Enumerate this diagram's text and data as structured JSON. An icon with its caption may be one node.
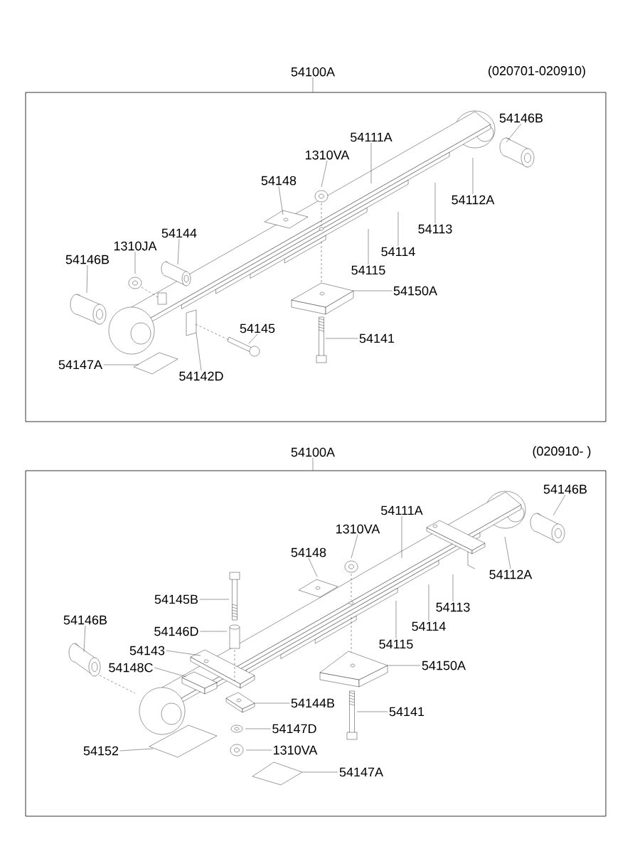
{
  "diagram": {
    "nodes": [
      {
        "text": [
          "(020701-020910)"
        ]
      },
      {
        "text": [
          "54100A"
        ]
      },
      {
        "text": [
          "54146B"
        ],
        "in": 0
      },
      {
        "text": [
          "54111A"
        ],
        "in": 0
      },
      {
        "text": [
          "1310VA"
        ],
        "in": 0
      },
      {
        "text": [
          "54148"
        ],
        "in": 0
      },
      {
        "text": [
          "54112A"
        ],
        "in": 0
      },
      {
        "text": [
          "54113"
        ],
        "in": 0
      },
      {
        "text": [
          "54144"
        ],
        "in": 0
      },
      {
        "text": [
          "1310JA"
        ],
        "in": 0
      },
      {
        "text": [
          "54114"
        ],
        "in": 0
      },
      {
        "text": [
          "54146B"
        ],
        "in": 0
      },
      {
        "text": [
          "54115"
        ],
        "in": 0
      },
      {
        "text": [
          "54150A"
        ],
        "in": 0
      },
      {
        "text": [
          "54145"
        ],
        "in": 0
      },
      {
        "text": [
          "54141"
        ],
        "in": 0
      },
      {
        "text": [
          "54147A"
        ],
        "in": 0
      },
      {
        "text": [
          "54142D"
        ],
        "in": 0
      },
      {
        "text": [
          "(020910- )"
        ]
      },
      {
        "text": [
          "54100A"
        ]
      },
      {
        "text": [
          "54146B"
        ],
        "in": 18
      },
      {
        "text": [
          "54111A"
        ],
        "in": 18
      },
      {
        "text": [
          "1310VA"
        ],
        "in": 18
      },
      {
        "text": [
          "54148"
        ],
        "in": 18
      },
      {
        "text": [
          "54112A"
        ],
        "in": 18
      },
      {
        "text": [
          "54145B"
        ],
        "in": 18
      },
      {
        "text": [
          "54113"
        ],
        "in": 18
      },
      {
        "text": [
          "54146B"
        ],
        "in": 18
      },
      {
        "text": [
          "54114"
        ],
        "in": 18
      },
      {
        "text": [
          "54146D"
        ],
        "in": 18
      },
      {
        "text": [
          "54115"
        ],
        "in": 18
      },
      {
        "text": [
          "54143"
        ],
        "in": 18
      },
      {
        "text": [
          "54150A"
        ],
        "in": 18
      },
      {
        "text": [
          "54148C"
        ],
        "in": 18
      },
      {
        "text": [
          "54144B"
        ],
        "in": 18
      },
      {
        "text": [
          "54141"
        ],
        "in": 18
      },
      {
        "text": [
          "54147D"
        ],
        "in": 18
      },
      {
        "text": [
          "54152"
        ],
        "in": 18
      },
      {
        "text": [
          "1310VA"
        ],
        "in": 18
      },
      {
        "text": [
          "54147A"
        ],
        "in": 18
      },
      {
        "text": [],
        "shape": "plate",
        "in": 0
      },
      {
        "text": [],
        "shape": "plate",
        "in": 18
      },
      {
        "text": [],
        "shape": "plate",
        "in": 18
      },
      {
        "text": [],
        "shape": "plate",
        "in": 18
      }
    ],
    "edges": [
      {
        "from": 1,
        "to": 0,
        "arrow": "none"
      },
      {
        "from": 2,
        "to": null,
        "arrow": "none"
      },
      {
        "from": 3,
        "to": null,
        "arrow": "none"
      },
      {
        "from": 4,
        "to": null,
        "arrow": "none"
      },
      {
        "from": 5,
        "to": null,
        "arrow": "none"
      },
      {
        "from": 6,
        "to": null,
        "arrow": "none"
      },
      {
        "from": 7,
        "to": null,
        "arrow": "none"
      },
      {
        "from": 8,
        "to": null,
        "arrow": "none"
      },
      {
        "from": 9,
        "to": null,
        "arrow": "none"
      },
      {
        "from": 10,
        "to": null,
        "arrow": "none"
      },
      {
        "from": 11,
        "to": null,
        "arrow": "none"
      },
      {
        "from": 12,
        "to": null,
        "arrow": "none"
      },
      {
        "from": 13,
        "to": 40,
        "arrow": "none"
      },
      {
        "from": 14,
        "to": null,
        "arrow": "none"
      },
      {
        "from": 15,
        "to": null,
        "arrow": "none"
      },
      {
        "from": 16,
        "to": null,
        "arrow": "none"
      },
      {
        "from": 17,
        "to": null,
        "arrow": "none"
      },
      {
        "from": 19,
        "to": 18,
        "arrow": "none"
      },
      {
        "from": 20,
        "to": null,
        "arrow": "none"
      },
      {
        "from": 21,
        "to": null,
        "arrow": "none"
      },
      {
        "from": 22,
        "to": null,
        "arrow": "none"
      },
      {
        "from": 23,
        "to": null,
        "arrow": "none"
      },
      {
        "from": 24,
        "to": null,
        "arrow": "none"
      },
      {
        "from": 25,
        "to": null,
        "arrow": "none"
      },
      {
        "from": 26,
        "to": null,
        "arrow": "none"
      },
      {
        "from": 27,
        "to": null,
        "arrow": "none"
      },
      {
        "from": 28,
        "to": null,
        "arrow": "none"
      },
      {
        "from": 29,
        "to": null,
        "arrow": "none"
      },
      {
        "from": 30,
        "to": null,
        "arrow": "none"
      },
      {
        "from": 31,
        "to": null,
        "arrow": "none"
      },
      {
        "from": 32,
        "to": 41,
        "arrow": "none"
      },
      {
        "from": 33,
        "to": null,
        "arrow": "none"
      },
      {
        "from": 34,
        "to": 42,
        "arrow": "none"
      },
      {
        "from": 35,
        "to": null,
        "arrow": "none"
      },
      {
        "from": 36,
        "to": null,
        "arrow": "none"
      },
      {
        "from": 37,
        "to": null,
        "arrow": "none"
      },
      {
        "from": 38,
        "to": null,
        "arrow": "none"
      },
      {
        "from": 39,
        "to": 43,
        "arrow": "none"
      }
    ]
  }
}
